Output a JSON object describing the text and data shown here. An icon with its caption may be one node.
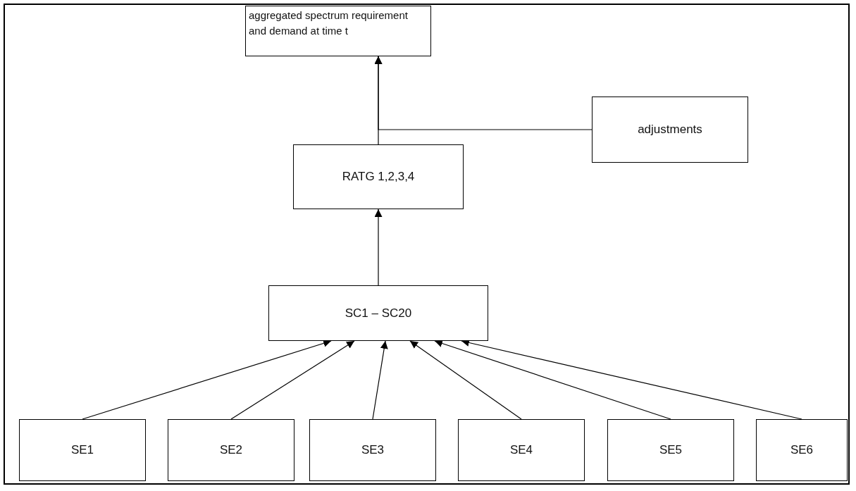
{
  "diagram": {
    "nodes": [
      {
        "text": [
          "aggregated spectrum requirement and demand at time t"
        ]
      },
      {
        "text": [
          "adjustments"
        ]
      },
      {
        "text": [
          "RATG 1,2,3,4"
        ]
      },
      {
        "text": [
          "SC1 – SC20"
        ]
      },
      {
        "text": [
          "SE1"
        ]
      },
      {
        "text": [
          "SE2"
        ]
      },
      {
        "text": [
          "SE3"
        ]
      },
      {
        "text": [
          "SE4"
        ]
      },
      {
        "text": [
          "SE5"
        ]
      },
      {
        "text": [
          "SE6"
        ]
      }
    ],
    "edges": [
      {
        "from": 2,
        "to": 0,
        "arrow": "to"
      },
      {
        "from": 1,
        "to": 0,
        "arrow": "to"
      },
      {
        "from": 3,
        "to": 2,
        "arrow": "to"
      },
      {
        "from": 4,
        "to": 3,
        "arrow": "to"
      },
      {
        "from": 5,
        "to": 3,
        "arrow": "to"
      },
      {
        "from": 6,
        "to": 3,
        "arrow": "to"
      },
      {
        "from": 7,
        "to": 3,
        "arrow": "to"
      },
      {
        "from": 8,
        "to": 3,
        "arrow": "to"
      },
      {
        "from": 9,
        "to": 3,
        "arrow": "to"
      }
    ]
  }
}
